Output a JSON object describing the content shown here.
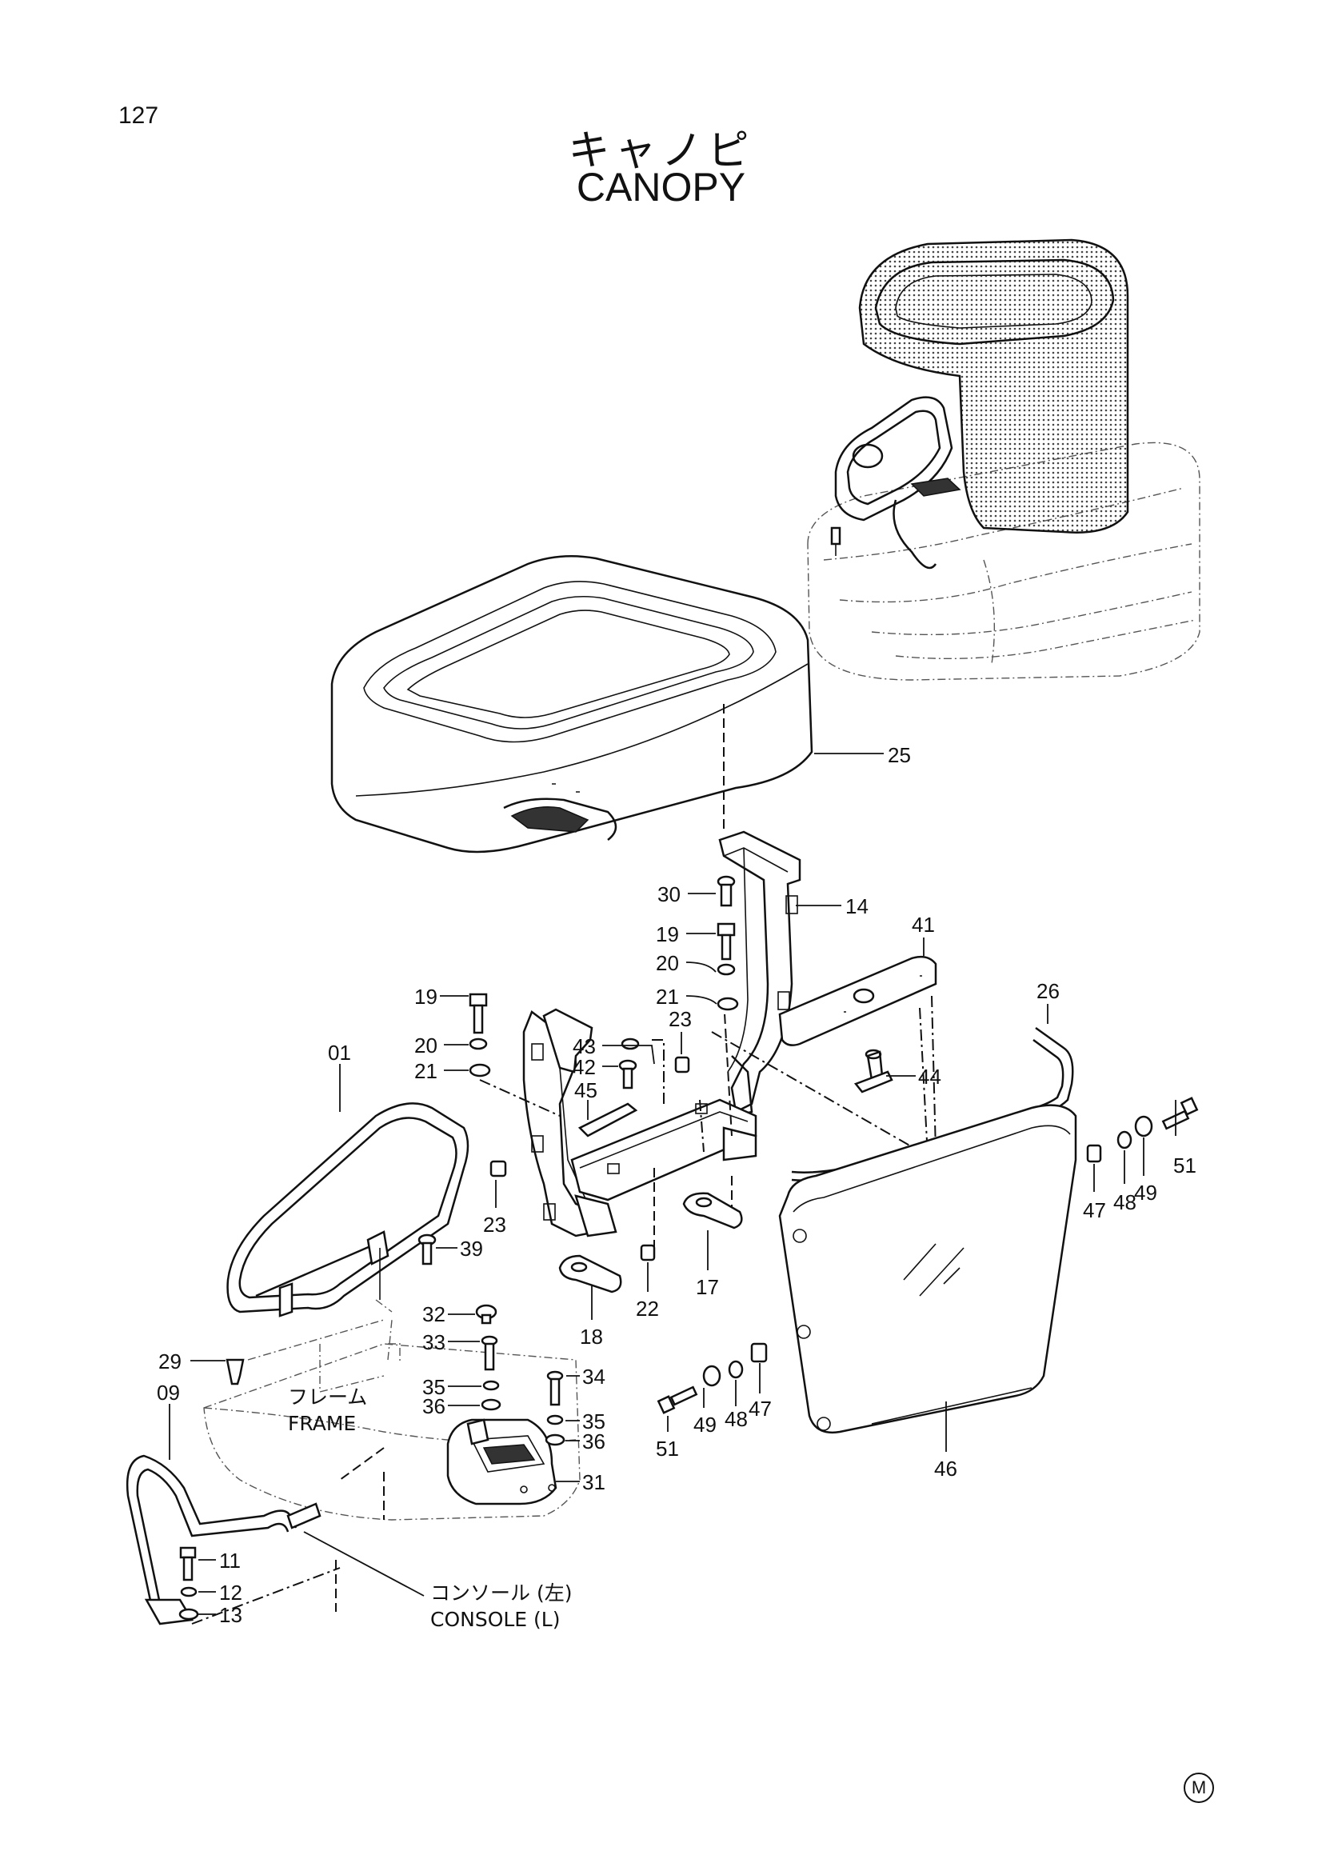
{
  "page_number": "127",
  "title_ja": "キャノピ",
  "title_en": "CANOPY",
  "area_labels": {
    "frame_ja": "フレーム",
    "frame_en": "FRAME",
    "console_ja": "コンソール (左)",
    "console_en": "CONSOLE (L)"
  },
  "parts": [
    {
      "id": "p25",
      "label": "25"
    },
    {
      "id": "p30",
      "label": "30"
    },
    {
      "id": "p14",
      "label": "14"
    },
    {
      "id": "p41",
      "label": "41"
    },
    {
      "id": "p19a",
      "label": "19"
    },
    {
      "id": "p20a",
      "label": "20"
    },
    {
      "id": "p21a",
      "label": "21"
    },
    {
      "id": "p19b",
      "label": "19"
    },
    {
      "id": "p20b",
      "label": "20"
    },
    {
      "id": "p21b",
      "label": "21"
    },
    {
      "id": "p23a",
      "label": "23"
    },
    {
      "id": "p43",
      "label": "43"
    },
    {
      "id": "p42",
      "label": "42"
    },
    {
      "id": "p45",
      "label": "45"
    },
    {
      "id": "p26",
      "label": "26"
    },
    {
      "id": "p44",
      "label": "44"
    },
    {
      "id": "p01",
      "label": "01"
    },
    {
      "id": "p51a",
      "label": "51"
    },
    {
      "id": "p47a",
      "label": "47"
    },
    {
      "id": "p48a",
      "label": "48"
    },
    {
      "id": "p49a",
      "label": "49"
    },
    {
      "id": "p23b",
      "label": "23"
    },
    {
      "id": "p39",
      "label": "39"
    },
    {
      "id": "p22",
      "label": "22"
    },
    {
      "id": "p17",
      "label": "17"
    },
    {
      "id": "p18",
      "label": "18"
    },
    {
      "id": "p32",
      "label": "32"
    },
    {
      "id": "p33",
      "label": "33"
    },
    {
      "id": "p29",
      "label": "29"
    },
    {
      "id": "p34",
      "label": "34"
    },
    {
      "id": "p35a",
      "label": "35"
    },
    {
      "id": "p36a",
      "label": "36"
    },
    {
      "id": "p35b",
      "label": "35"
    },
    {
      "id": "p36b",
      "label": "36"
    },
    {
      "id": "p09",
      "label": "09"
    },
    {
      "id": "p31",
      "label": "31"
    },
    {
      "id": "p49b",
      "label": "49"
    },
    {
      "id": "p48b",
      "label": "48"
    },
    {
      "id": "p47b",
      "label": "47"
    },
    {
      "id": "p51b",
      "label": "51"
    },
    {
      "id": "p46",
      "label": "46"
    },
    {
      "id": "p11",
      "label": "11"
    },
    {
      "id": "p12",
      "label": "12"
    },
    {
      "id": "p13",
      "label": "13"
    }
  ],
  "mark": "M"
}
